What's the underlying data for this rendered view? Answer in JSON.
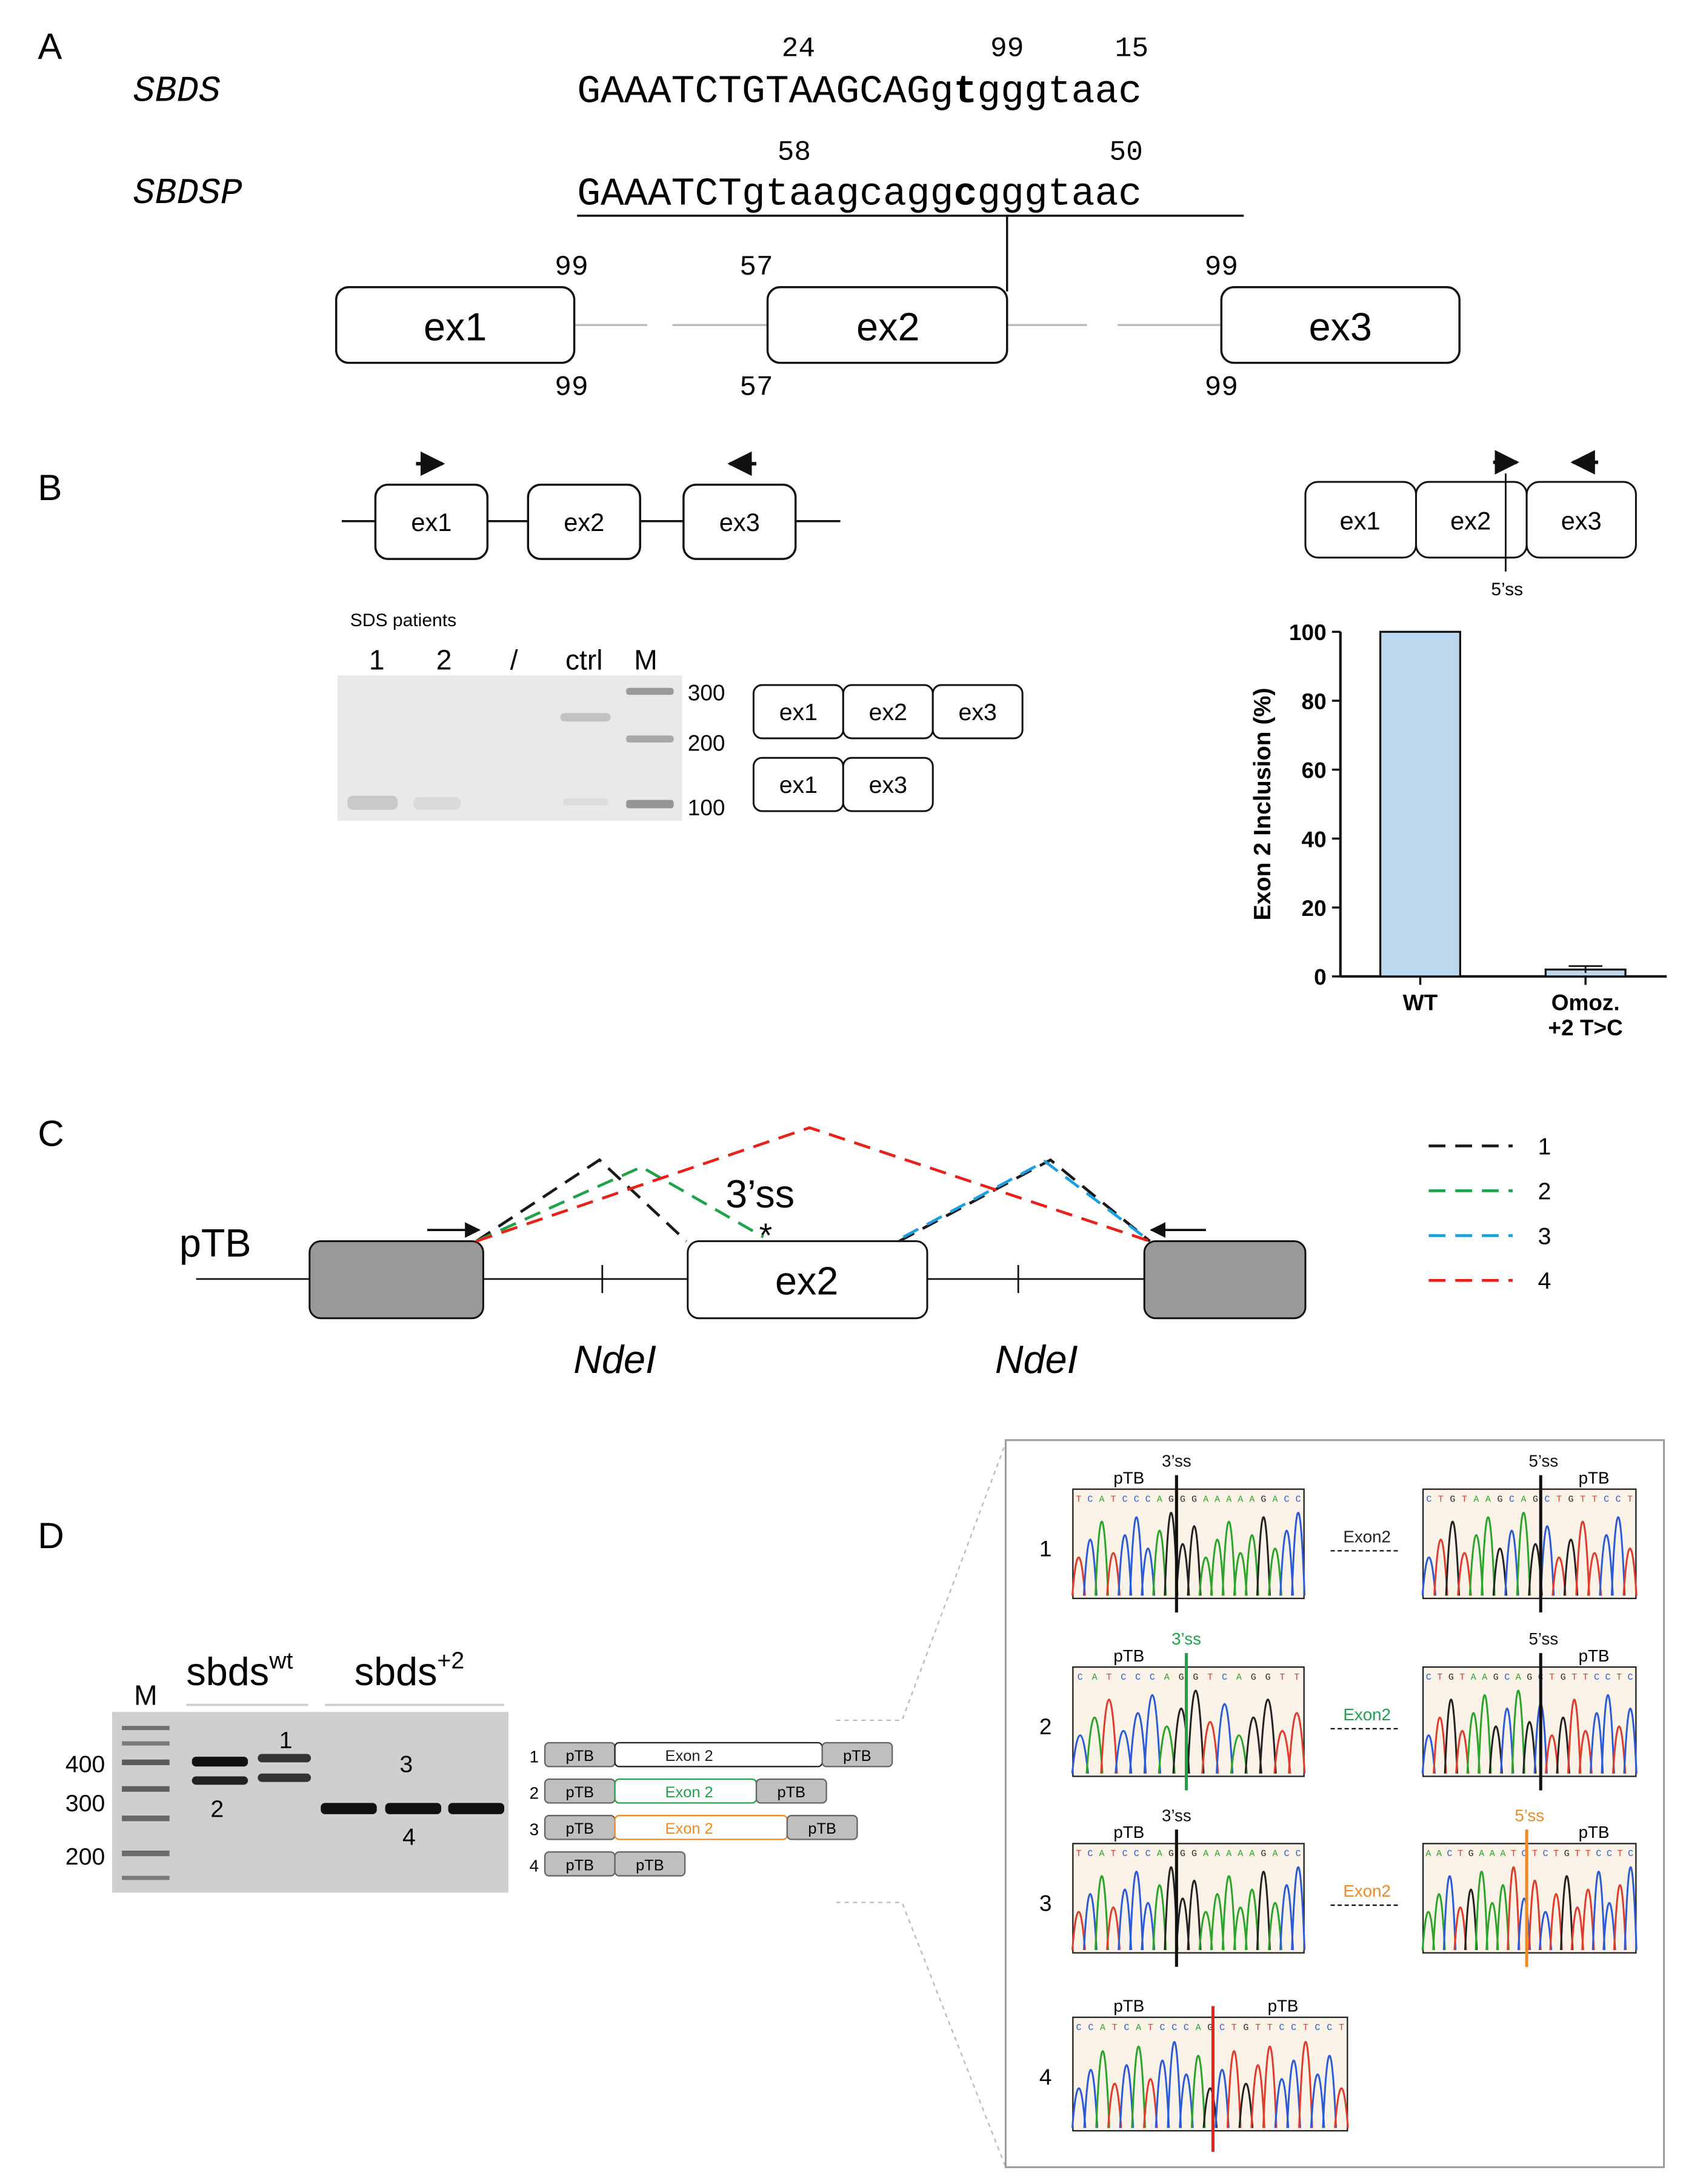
{
  "panels": {
    "A": "A",
    "B": "B",
    "C": "C",
    "D": "D"
  },
  "panelA": {
    "gene1": "SBDS",
    "seq1_pre": "GAAATCTGTAAGCAGg",
    "seq1_bold": "t",
    "seq1_post": "gggtaac",
    "seq1_scores": [
      "24",
      "99",
      "15"
    ],
    "gene2": "SBDSP",
    "seq2_pre": "GAAATCTgtaagcagg",
    "seq2_bold": "c",
    "seq2_post": "gggtaac",
    "seq2_scores": [
      "58",
      "50"
    ],
    "exons": [
      "ex1",
      "ex2",
      "ex3"
    ],
    "top_scores": [
      "99",
      "57",
      "99"
    ],
    "bottom_scores": [
      "99",
      "57",
      "99"
    ]
  },
  "panelB": {
    "exons": [
      "ex1",
      "ex2",
      "ex3"
    ],
    "gel_title": "SDS patients",
    "lanes": [
      "1",
      "2",
      "/",
      "ctrl",
      "M"
    ],
    "markers": [
      "300",
      "200",
      "100"
    ],
    "product_full": [
      "ex1",
      "ex2",
      "ex3"
    ],
    "product_skip": [
      "ex1",
      "ex3"
    ],
    "ss_label": "5’ss",
    "chart_data": {
      "type": "bar",
      "categories": [
        "WT",
        "Omoz.\n+2 T>C"
      ],
      "category_lines": [
        [
          "WT"
        ],
        [
          "Omoz.",
          "+2 T>C"
        ]
      ],
      "values": [
        100,
        2
      ],
      "error": [
        0,
        1
      ],
      "ylabel": "Exon 2 Inclusion (%)",
      "ylim": [
        0,
        100
      ],
      "yticks": [
        "0",
        "20",
        "40",
        "60",
        "80",
        "100"
      ],
      "bar_color": "#bcd9ef"
    }
  },
  "panelC": {
    "vector": "pTB",
    "exon": "ex2",
    "ss": "3’ss",
    "star": "*",
    "site1": "NdeI",
    "site2": "NdeI",
    "legend": [
      {
        "label": "1",
        "color": "#1a1a1a"
      },
      {
        "label": "2",
        "color": "#1fa34a"
      },
      {
        "label": "3",
        "color": "#1a9fe0"
      },
      {
        "label": "4",
        "color": "#e8221a"
      }
    ]
  },
  "panelD": {
    "marker": "M",
    "group1": "sbds",
    "group1_sup": "wt",
    "group2": "sbds",
    "group2_sup": "+2",
    "sizes": [
      "400",
      "300",
      "200"
    ],
    "band_labels": [
      "1",
      "2",
      "3",
      "4"
    ],
    "constructs": [
      {
        "n": "1",
        "left": "pTB",
        "mid": "Exon 2",
        "right": "pTB",
        "color": "#222222"
      },
      {
        "n": "2",
        "left": "pTB",
        "mid": "Exon 2",
        "right": "pTB",
        "color": "#1fa34a"
      },
      {
        "n": "3",
        "left": "pTB",
        "mid": "Exon 2",
        "right": "pTB",
        "color": "#f08a24"
      },
      {
        "n": "4",
        "left": "pTB",
        "mid": "",
        "right": "pTB",
        "color": "#222222"
      }
    ],
    "chromatograms": [
      {
        "n": "1",
        "left_label": "pTB",
        "ss_left": "3’ss",
        "ss_right": "5’ss",
        "right_label": "pTB",
        "seq_left": "TCATCCCAGGGAAAAAGACC",
        "seq_right": "CTGTAAGCAGCTGTTCCT",
        "exon": "Exon2",
        "exon_color": "#222222"
      },
      {
        "n": "2",
        "left_label": "pTB",
        "ss_left": "3’ss",
        "ss_right": "5’ss",
        "right_label": "pTB",
        "seq_left": "CATCCCAGGTCAGGTT",
        "seq_right": "CTGTAAGCAGCTGTTCCTC",
        "exon": "Exon2",
        "exon_color": "#1fa34a"
      },
      {
        "n": "3",
        "left_label": "pTB",
        "ss_left": "3’ss",
        "ss_right": "5’ss",
        "right_label": "pTB",
        "seq_left": "TCATCCCAGGGAAAAAGACC",
        "seq_right": "AACTGAAATCTCTGTTCCTC",
        "exon": "Exon2",
        "exon_color": "#f08a24"
      },
      {
        "n": "4",
        "left_label": "pTB",
        "right_label": "pTB",
        "seq_left": "CCATCATCCCAGCTGTTCCTCCT"
      }
    ]
  }
}
